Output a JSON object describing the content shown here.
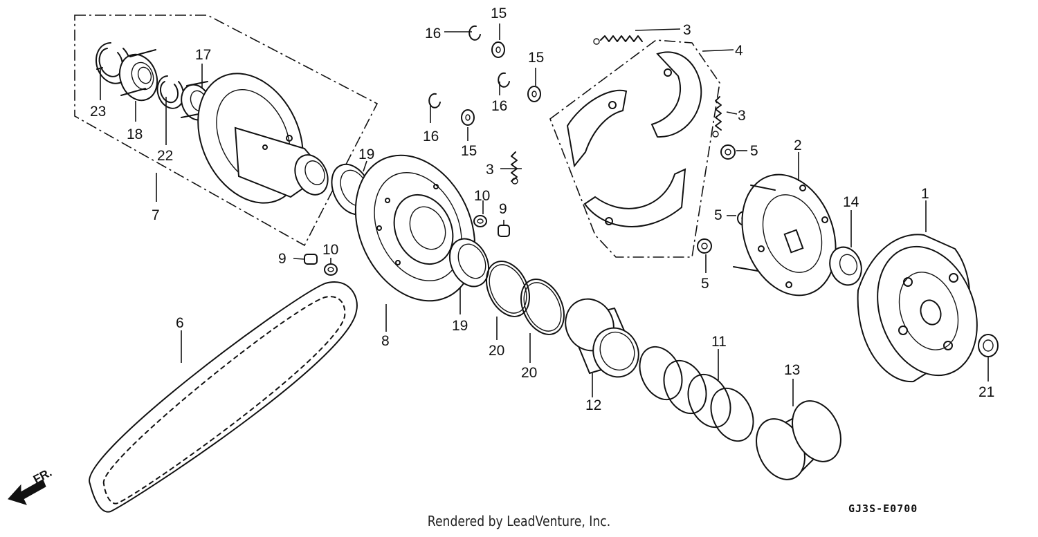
{
  "diagram": {
    "code": "GJ3S-E0700",
    "credit": "Rendered by LeadVenture, Inc.",
    "direction_label": "FR."
  },
  "callouts": [
    {
      "id": "c1",
      "text": "1"
    },
    {
      "id": "c2",
      "text": "2"
    },
    {
      "id": "c3a",
      "text": "3"
    },
    {
      "id": "c3b",
      "text": "3"
    },
    {
      "id": "c3c",
      "text": "3"
    },
    {
      "id": "c4",
      "text": "4"
    },
    {
      "id": "c5a",
      "text": "5"
    },
    {
      "id": "c5b",
      "text": "5"
    },
    {
      "id": "c5c",
      "text": "5"
    },
    {
      "id": "c6",
      "text": "6"
    },
    {
      "id": "c7",
      "text": "7"
    },
    {
      "id": "c8",
      "text": "8"
    },
    {
      "id": "c9a",
      "text": "9"
    },
    {
      "id": "c9b",
      "text": "9"
    },
    {
      "id": "c10a",
      "text": "10"
    },
    {
      "id": "c10b",
      "text": "10"
    },
    {
      "id": "c11",
      "text": "11"
    },
    {
      "id": "c12",
      "text": "12"
    },
    {
      "id": "c13",
      "text": "13"
    },
    {
      "id": "c14",
      "text": "14"
    },
    {
      "id": "c15a",
      "text": "15"
    },
    {
      "id": "c15b",
      "text": "15"
    },
    {
      "id": "c15c",
      "text": "15"
    },
    {
      "id": "c16a",
      "text": "16"
    },
    {
      "id": "c16b",
      "text": "16"
    },
    {
      "id": "c16c",
      "text": "16"
    },
    {
      "id": "c17",
      "text": "17"
    },
    {
      "id": "c18",
      "text": "18"
    },
    {
      "id": "c19a",
      "text": "19"
    },
    {
      "id": "c19b",
      "text": "19"
    },
    {
      "id": "c20a",
      "text": "20"
    },
    {
      "id": "c20b",
      "text": "20"
    },
    {
      "id": "c21",
      "text": "21"
    },
    {
      "id": "c22",
      "text": "22"
    },
    {
      "id": "c23",
      "text": "23"
    }
  ]
}
